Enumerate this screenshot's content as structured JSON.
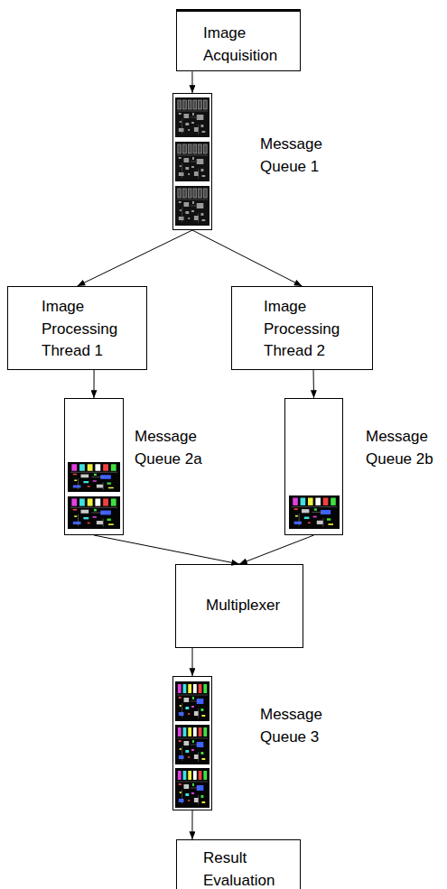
{
  "diagram": {
    "nodes": [
      {
        "text": [
          "Image Acquisition"
        ]
      },
      {
        "text": [
          "Message Queue 1"
        ]
      },
      {
        "text": [
          "Image Processing Thread 1"
        ]
      },
      {
        "text": [
          "Image Processing Thread 2"
        ]
      },
      {
        "text": [
          "Message Queue 2a"
        ]
      },
      {
        "text": [
          "Message Queue 2b"
        ]
      },
      {
        "text": [
          "Multiplexer"
        ]
      },
      {
        "text": [
          "Message Queue 3"
        ]
      },
      {
        "text": [
          "Result Evaluation"
        ]
      }
    ],
    "edges": [
      {
        "from": 0,
        "to": 1,
        "arrow": "to"
      },
      {
        "from": 1,
        "to": 2,
        "arrow": "to"
      },
      {
        "from": 1,
        "to": 3,
        "arrow": "to"
      },
      {
        "from": 2,
        "to": 4,
        "arrow": "to"
      },
      {
        "from": 3,
        "to": 5,
        "arrow": "to"
      },
      {
        "from": 4,
        "to": 6,
        "arrow": "to"
      },
      {
        "from": 5,
        "to": 6,
        "arrow": "to"
      },
      {
        "from": 6,
        "to": 7,
        "arrow": "to"
      },
      {
        "from": 7,
        "to": 8,
        "arrow": "to"
      }
    ]
  }
}
